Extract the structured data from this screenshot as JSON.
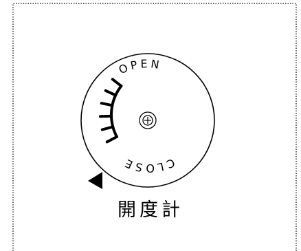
{
  "gauge": {
    "open_label": "OPEN",
    "close_label": "CLOSE",
    "tick_count": 6,
    "pointer_position": "close"
  },
  "caption": "開度計",
  "colors": {
    "line": "#000000",
    "background": "#ffffff"
  }
}
